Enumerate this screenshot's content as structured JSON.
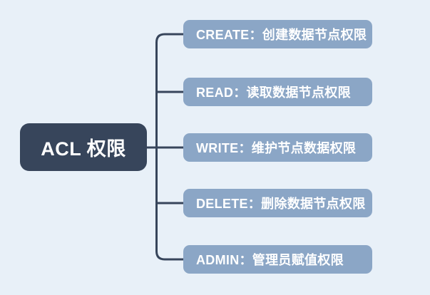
{
  "diagram": {
    "root": {
      "label": "ACL 权限"
    },
    "branches": [
      {
        "label": "CREATE：创建数据节点权限"
      },
      {
        "label": "READ：读取数据节点权限"
      },
      {
        "label": "WRITE：维护节点数据权限"
      },
      {
        "label": "DELETE：删除数据节点权限"
      },
      {
        "label": "ADMIN：管理员赋值权限"
      }
    ],
    "colors": {
      "background": "#e8f0f8",
      "root_fill": "#37455b",
      "root_text": "#ffffff",
      "branch_fill": "#8ba6c6",
      "branch_text": "#ffffff",
      "connector": "#37455b"
    }
  }
}
